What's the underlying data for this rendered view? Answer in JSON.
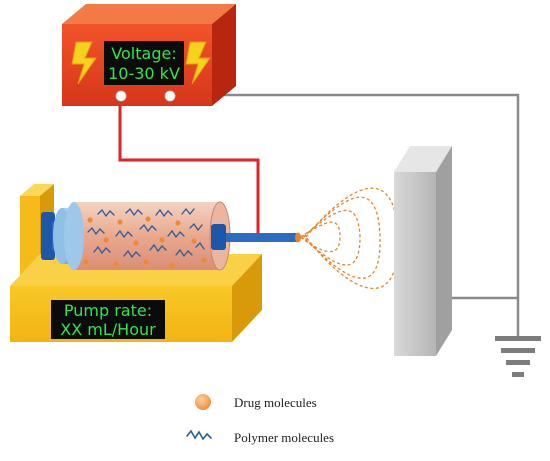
{
  "power_supply": {
    "line1": "Voltage:",
    "line2": "10-30 kV"
  },
  "pump": {
    "line1": "Pump rate:",
    "line2": "XX mL/Hour"
  },
  "legend": {
    "drug_label": "Drug molecules",
    "polymer_label": "Polymer molecules"
  },
  "colors": {
    "power_box": "#f04a1c",
    "pump_box": "#f6c21b",
    "syringe_fluid": "#ecb49a",
    "wire_red": "#e0232a",
    "wire_gray": "#8a8a8a",
    "drug_dot": "#f29a4a",
    "polymer_line": "#2a5d9f",
    "lcd_text": "#2ee64a"
  },
  "icons": [
    "lightning-bolt-icon",
    "ground-symbol-icon"
  ]
}
